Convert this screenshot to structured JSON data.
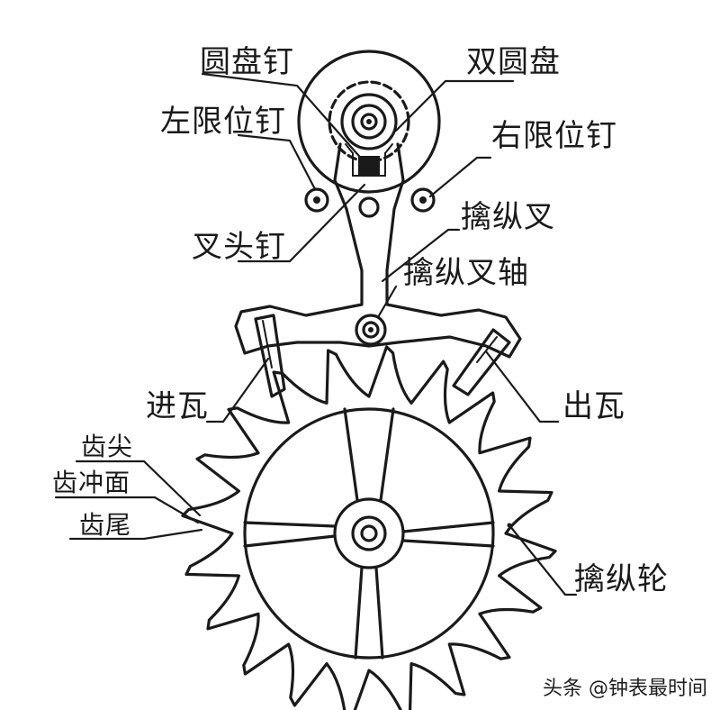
{
  "labels": {
    "roller_pin": "圆盘钉",
    "double_roller": "双圆盘",
    "left_banking_pin": "左限位钉",
    "right_banking_pin": "右限位钉",
    "guard_pin": "叉头钉",
    "pallet_fork": "擒纵叉",
    "pallet_arbor": "擒纵叉轴",
    "entry_pallet": "进瓦",
    "exit_pallet": "出瓦",
    "tooth_tip": "齿尖",
    "impulse_face": "齿冲面",
    "tooth_heel": "齿尾",
    "escape_wheel": "擒纵轮"
  },
  "watermark": "头条 @钟表最时间",
  "colors": {
    "ink": "#1a1a1a",
    "background": "#ffffff"
  }
}
